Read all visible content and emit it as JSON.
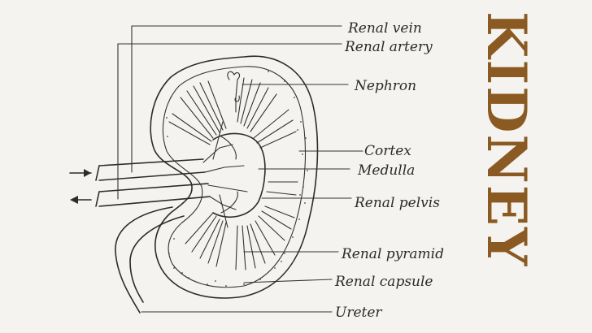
{
  "title": "KIDNEY",
  "labels": {
    "renal_vein": "Renal vein",
    "renal_artery": "Renal artery",
    "nephron": "Nephron",
    "cortex": "Cortex",
    "medulla": "Medulla",
    "renal_pelvis": "Renal pelvis",
    "renal_pyramid": "Renal pyramid",
    "renal_capsule": "Renal capsule",
    "ureter": "Ureter"
  },
  "colors": {
    "ink": "#2b2b2b",
    "title": "#8a5a22",
    "paper": "#f4f3f0"
  }
}
